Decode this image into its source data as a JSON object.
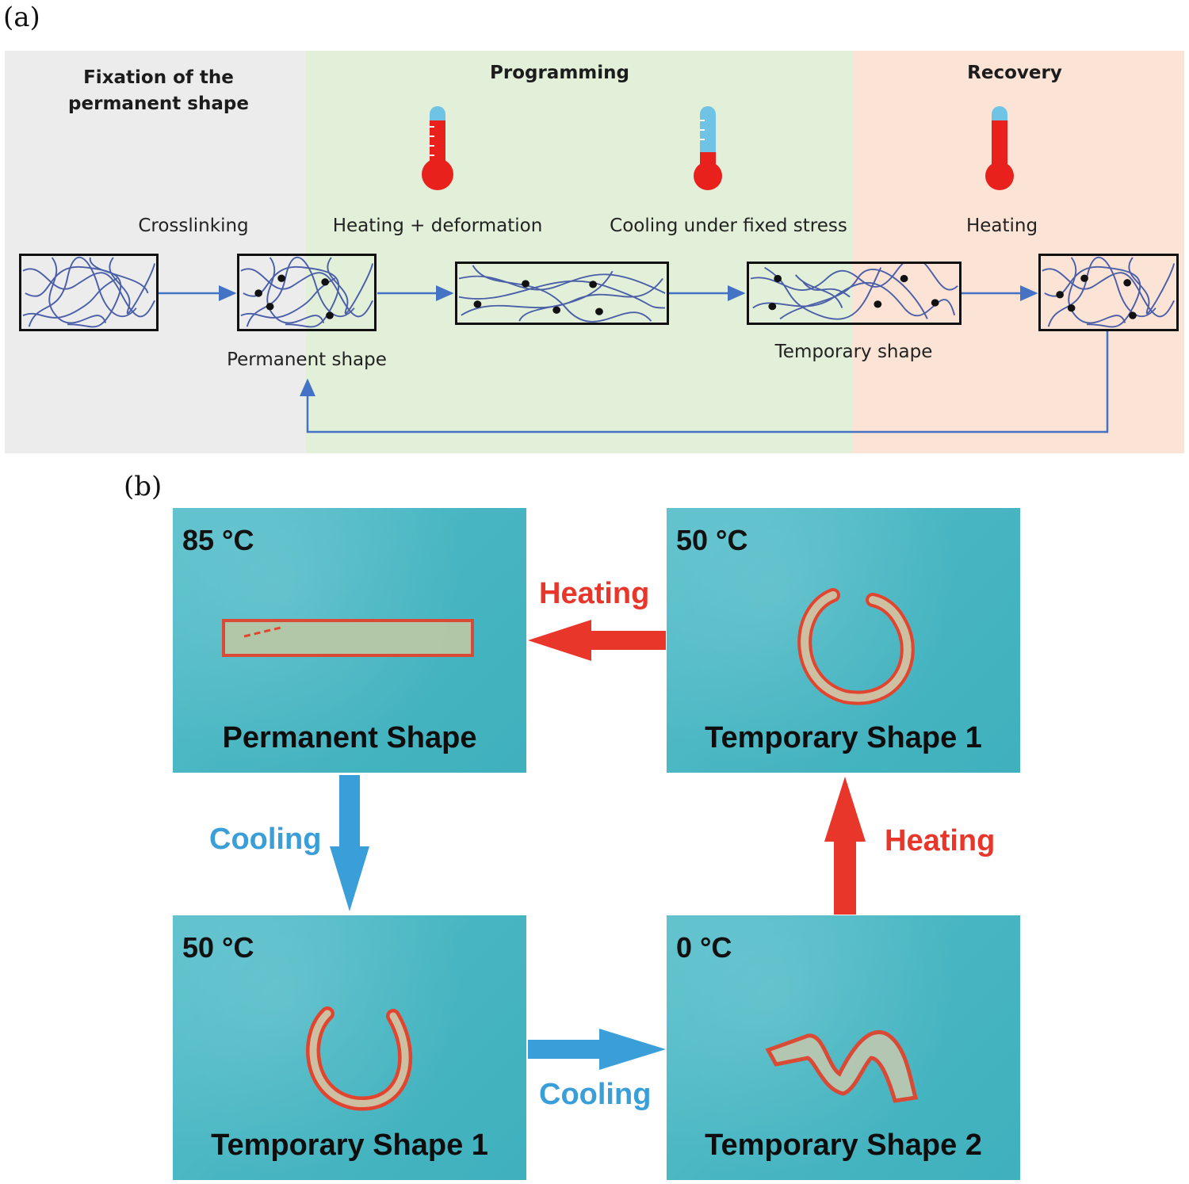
{
  "panel_a": {
    "label": "(a)",
    "stages": [
      {
        "title": "Fixation of the\npermanent shape"
      },
      {
        "title": "Programming"
      },
      {
        "title": "Recovery"
      }
    ],
    "steps": {
      "crosslinking": "Crosslinking",
      "heating_deformation": "Heating + deformation",
      "cooling_fixed_stress": "Cooling under fixed stress",
      "heating": "Heating"
    },
    "shape_labels": {
      "permanent": "Permanent shape",
      "temporary": "Temporary shape"
    },
    "colors": {
      "fixation_bg": "#ececec",
      "programming_bg": "#e2efd9",
      "recovery_bg": "#fbe3d5",
      "arrow": "#4472c4",
      "chain": "#4a5fa8",
      "thermo_red": "#e8211d",
      "thermo_blue": "#6fc4e6"
    }
  },
  "panel_b": {
    "label": "(b)",
    "photos": [
      {
        "temp": "85 °C",
        "caption": "Permanent Shape"
      },
      {
        "temp": "50 °C",
        "caption": "Temporary Shape 1"
      },
      {
        "temp": "50 °C",
        "caption": "Temporary Shape 1"
      },
      {
        "temp": "0 °C",
        "caption": "Temporary Shape 2"
      }
    ],
    "arrows": {
      "top_heating": "Heating",
      "left_cooling": "Cooling",
      "bottom_cooling": "Cooling",
      "right_heating": "Heating"
    },
    "colors": {
      "heating": "#e8362a",
      "cooling": "#3a9fd8",
      "photo_bg": "#4cb8c4"
    }
  }
}
